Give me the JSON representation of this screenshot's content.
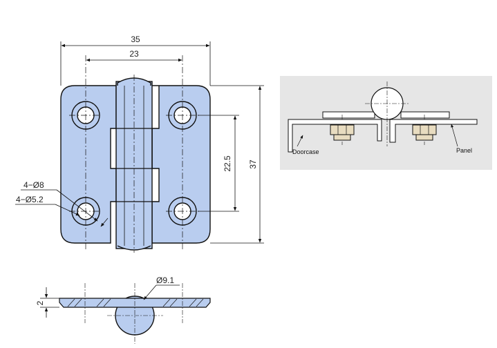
{
  "dimensions": {
    "overall_width": "35",
    "hole_spacing": "23",
    "vertical_hole_spacing": "22.5",
    "overall_height": "37",
    "countersink": "4−Ø8",
    "through_hole": "4−Ø5.2",
    "thickness": "2",
    "knuckle_diameter": "Ø9.1"
  },
  "section_view": {
    "doorcase_label": "Doorcase",
    "panel_label": "Panel"
  },
  "colors": {
    "plate_fill": "#b9cdef",
    "line": "#111111",
    "inset_background": "#e6e6e6",
    "nut_fill": "#e8dcc0"
  }
}
